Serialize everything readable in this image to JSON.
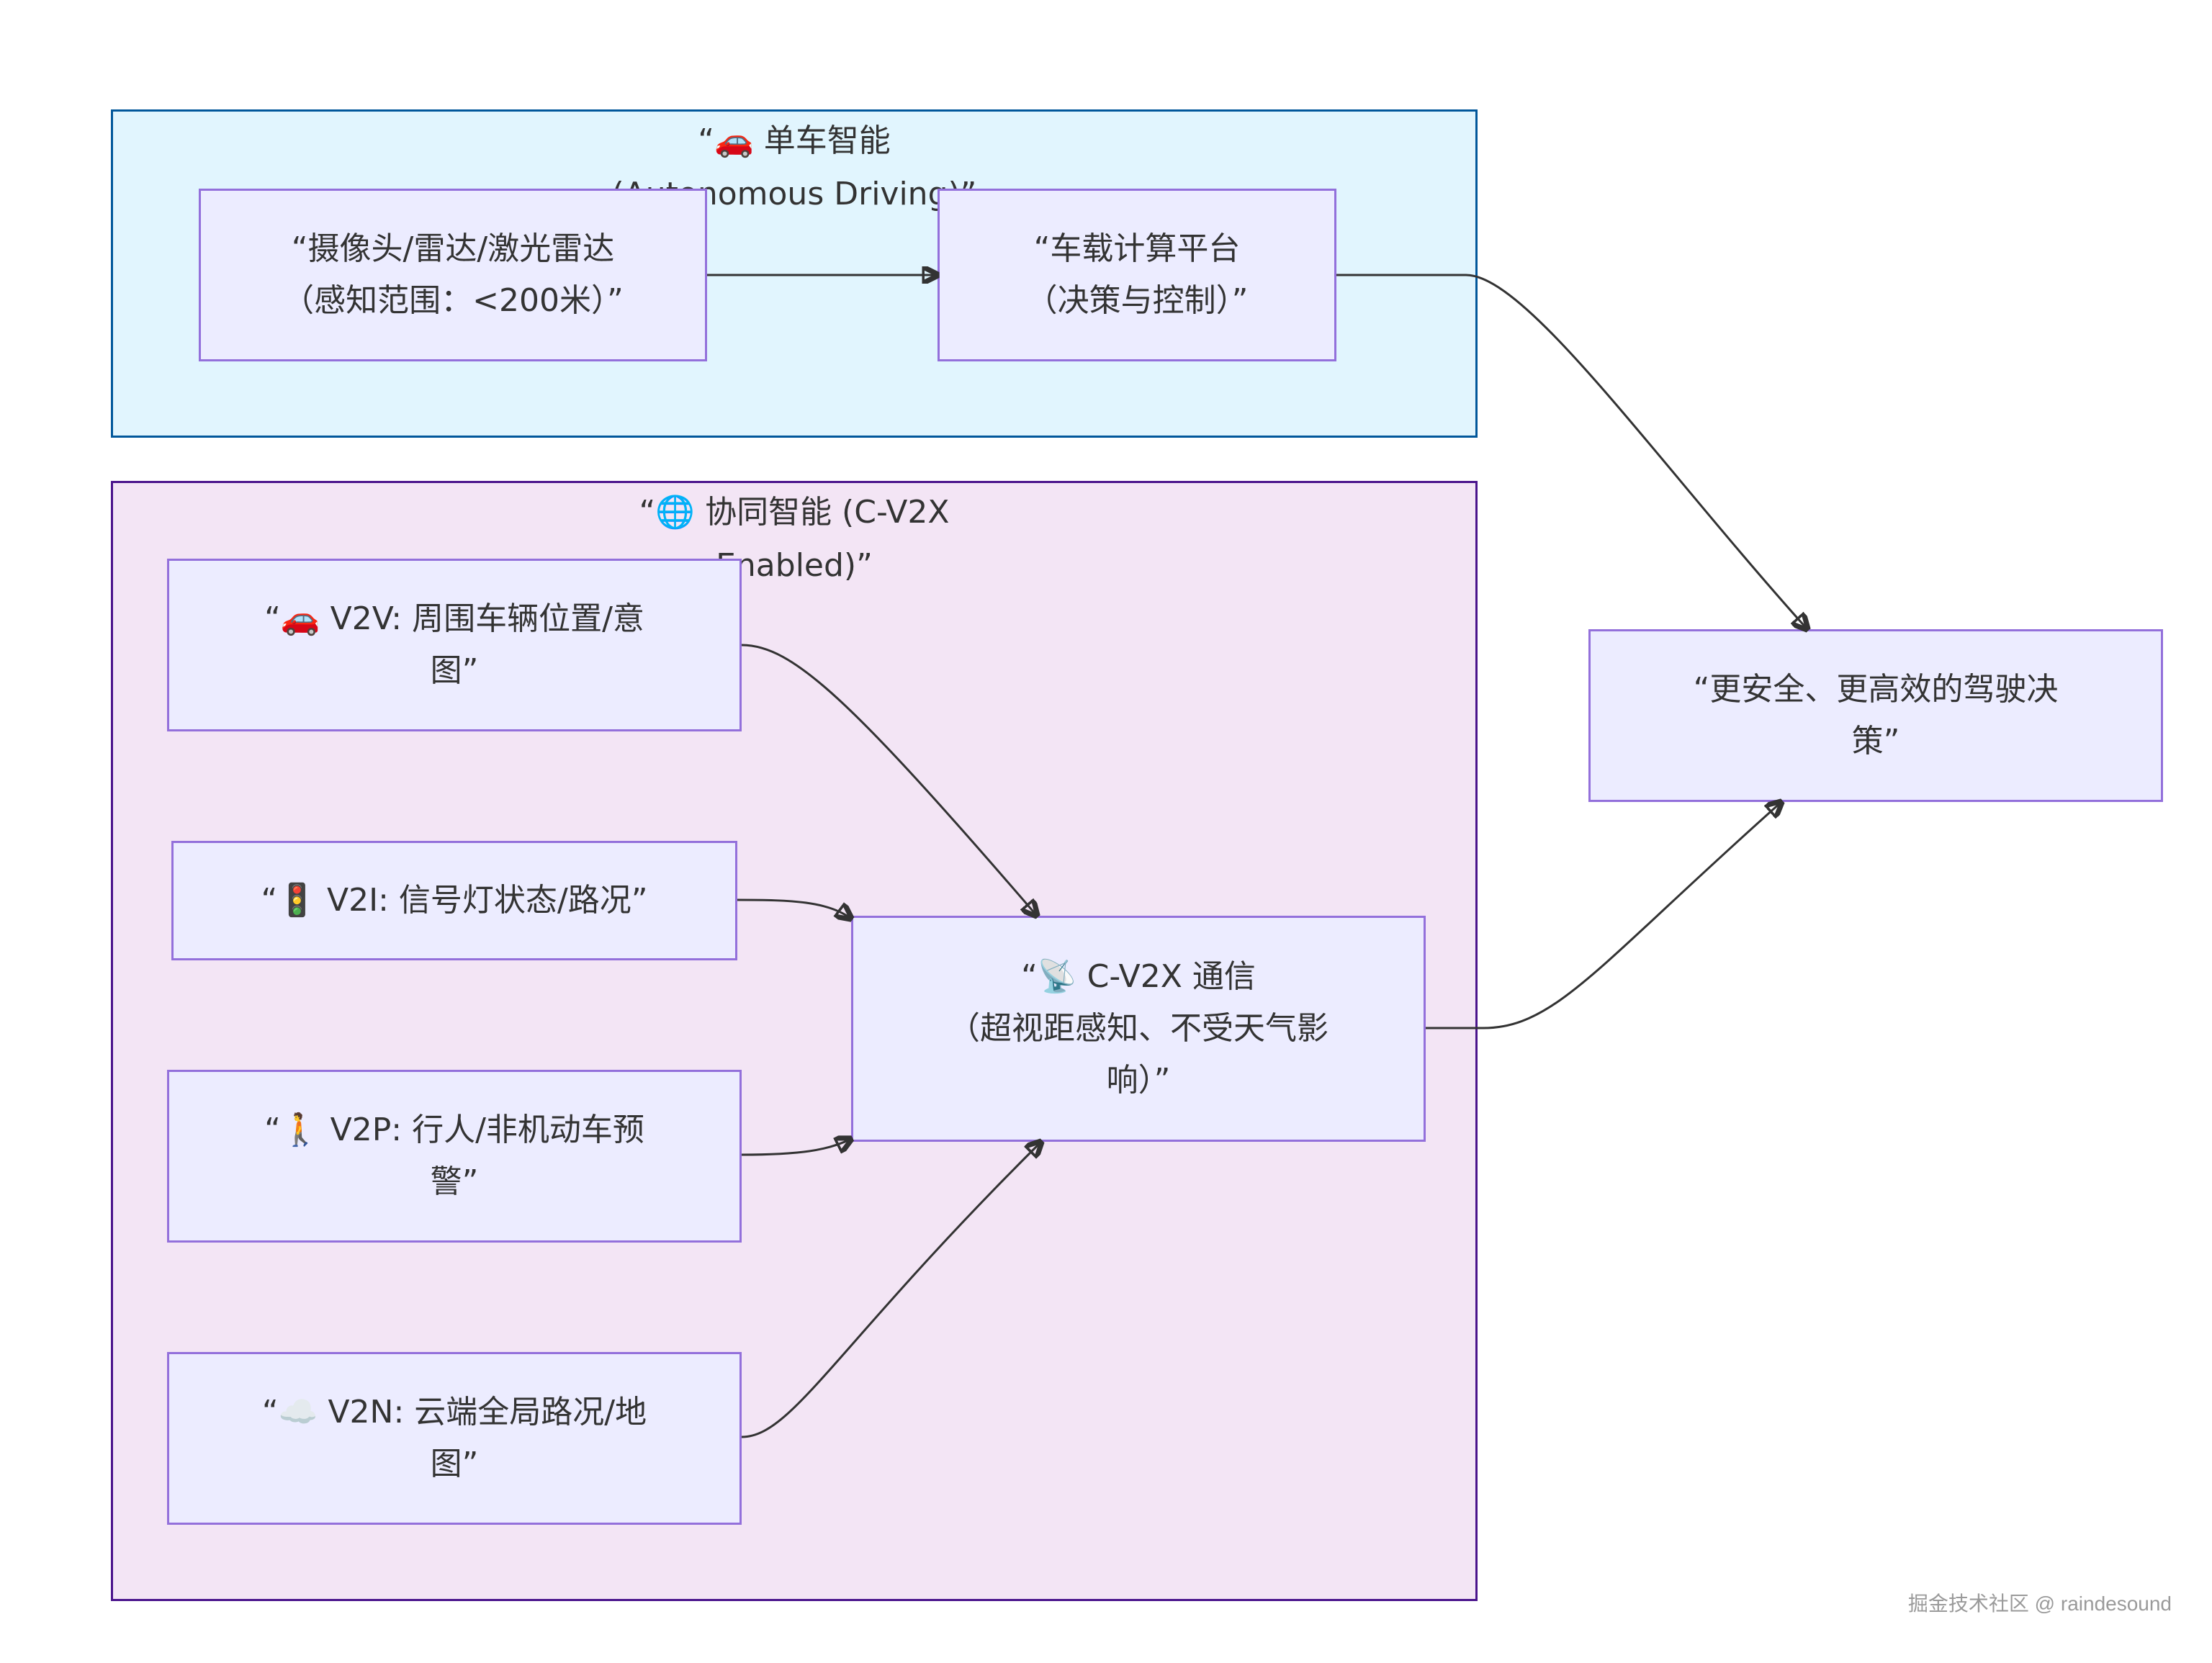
{
  "clusters": {
    "autonomous": {
      "title": "“🚗 单车智能\n(Autonomous Driving)”"
    },
    "cv2x": {
      "title": "“🌐 协同智能 (C-V2X\nEnabled)”"
    }
  },
  "nodes": {
    "sensors": "“摄像头/雷达/激光雷达\n（感知范围：<200米）”",
    "compute": "“车载计算平台\n（决策与控制）”",
    "v2v": "“🚗 V2V: 周围车辆位置/意\n图”",
    "v2i": "“🚦 V2I: 信号灯状态/路况”",
    "v2p": "“🚶 V2P: 行人/非机动车预\n警”",
    "v2n": "“☁️ V2N: 云端全局路况/地\n图”",
    "cv2x_comm": "“📡 C-V2X 通信\n（超视距感知、不受天气影\n响）”",
    "decision": "“更安全、更高效的驾驶决\n策”"
  },
  "edges": [
    {
      "from": "sensors",
      "to": "compute"
    },
    {
      "from": "compute",
      "to": "decision"
    },
    {
      "from": "v2v",
      "to": "cv2x_comm"
    },
    {
      "from": "v2i",
      "to": "cv2x_comm"
    },
    {
      "from": "v2p",
      "to": "cv2x_comm"
    },
    {
      "from": "v2n",
      "to": "cv2x_comm"
    },
    {
      "from": "cv2x_comm",
      "to": "decision"
    }
  ],
  "watermark": "掘金技术社区 @ raindesound"
}
